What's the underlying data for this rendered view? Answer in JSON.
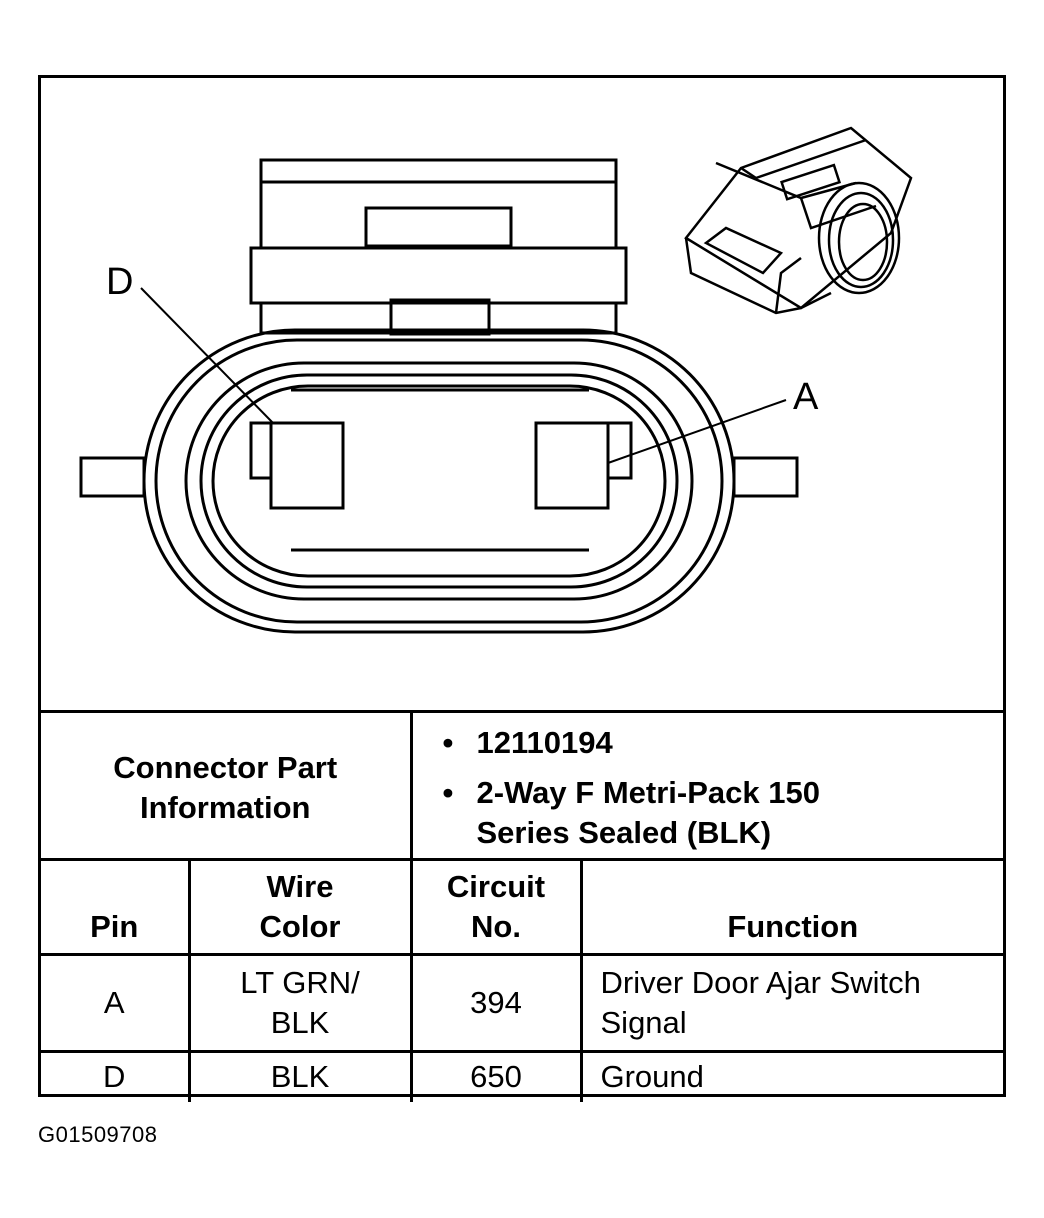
{
  "callouts": {
    "left_pin": "D",
    "right_pin": "A"
  },
  "connector_info": {
    "label": "Connector Part Information",
    "bullets": [
      "12110194",
      "2-Way F Metri-Pack 150 Series Sealed (BLK)"
    ]
  },
  "pin_table": {
    "headers": {
      "pin": "Pin",
      "wire_color": "Wire Color",
      "circuit": "Circuit No.",
      "function": "Function"
    },
    "rows": [
      {
        "pin": "A",
        "wire_color": "LT GRN/ BLK",
        "circuit": "394",
        "function": "Driver Door Ajar Switch Signal"
      },
      {
        "pin": "D",
        "wire_color": "BLK",
        "circuit": "650",
        "function": "Ground"
      }
    ]
  },
  "figure_id": "G01509708"
}
